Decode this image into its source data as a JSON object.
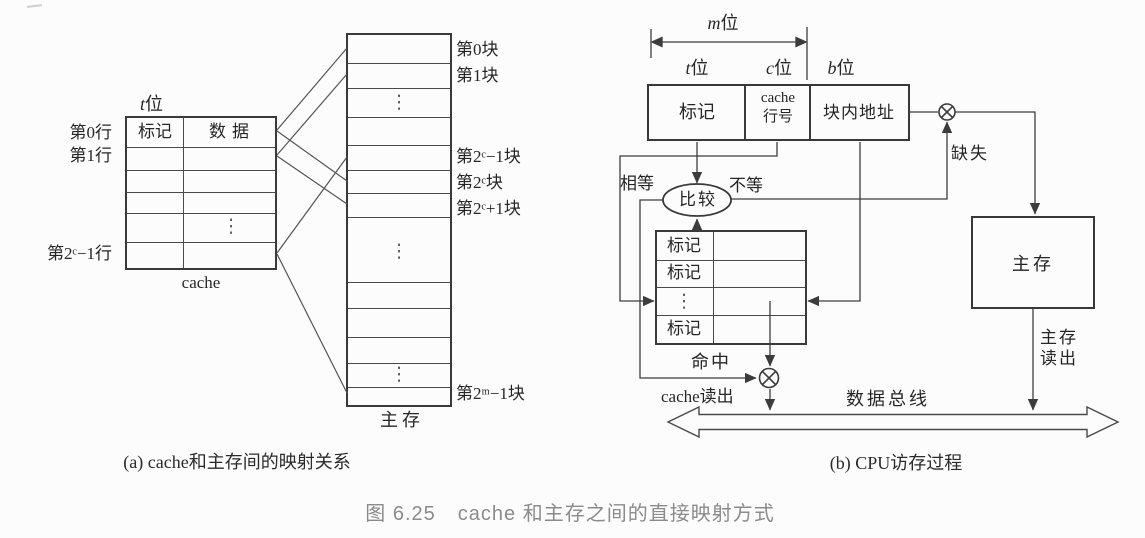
{
  "figure": {
    "dots": "⋮",
    "caption": {
      "num": "图 6.25",
      "title": "cache 和主存之间的直接映射方式"
    },
    "part_a": {
      "caption": "(a) cache和主存间的映射关系",
      "t_var": "t",
      "t_suffix": "位",
      "cache": {
        "tag": "标记",
        "data": "数据",
        "label": "cache"
      },
      "row_labels": [
        "第0行",
        "第1行",
        "第2ᶜ−1行"
      ],
      "memory": {
        "label": "主存",
        "blocks": [
          "第0块",
          "第1块",
          "第2ᶜ−1块",
          "第2ᶜ块",
          "第2ᶜ+1块",
          "第2ᵐ−1块"
        ]
      }
    },
    "part_b": {
      "caption": "(b) CPU访存过程",
      "m_var": "m",
      "m_suffix": "位",
      "t_var": "t",
      "t_suffix": "位",
      "c_var": "c",
      "c_suffix": "位",
      "b_var": "b",
      "b_suffix": "位",
      "register": {
        "tag": "标记",
        "row_line1": "cache",
        "row_line2": "行号",
        "offset": "块内地址"
      },
      "compare": "比较",
      "equal": "相等",
      "not_equal": "不等",
      "miss": "缺失",
      "hit": "命中",
      "cache_read": "cache读出",
      "data_bus": "数据总线",
      "memory_box": "主存",
      "mem_read_line1": "主存",
      "mem_read_line2": "读出",
      "tag_rows": [
        "标记",
        "标记",
        "标记"
      ]
    }
  }
}
